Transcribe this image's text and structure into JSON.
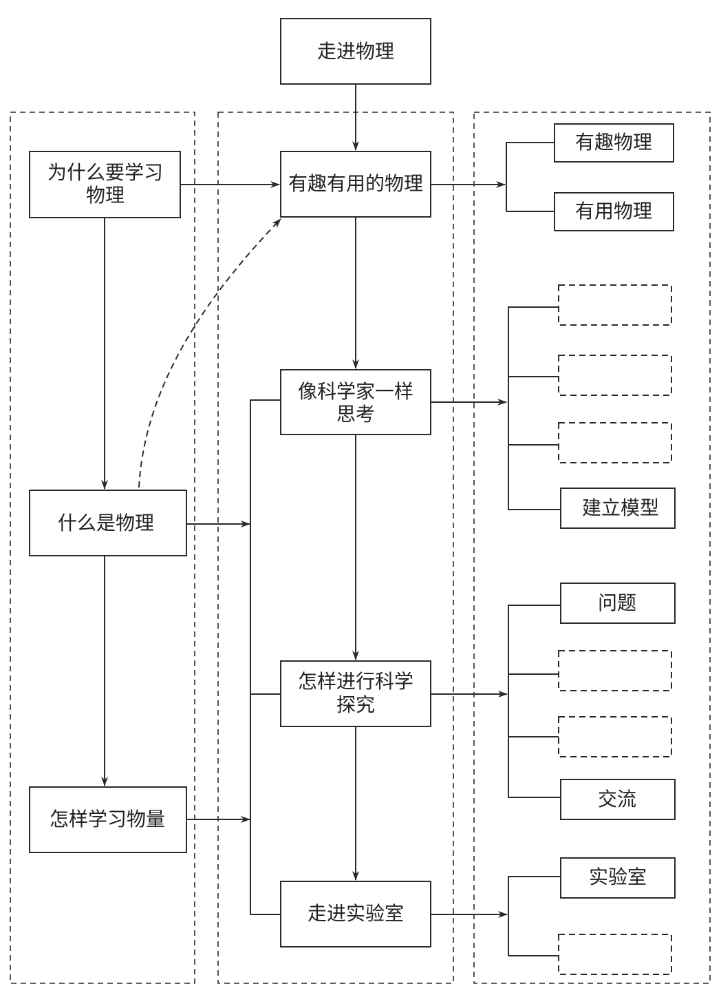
{
  "diagram": {
    "title_node": "走进物理",
    "left_column": {
      "nodes": [
        "为什么要学习",
        "物理",
        "什么是物理",
        "怎样学习物量"
      ]
    },
    "middle_column": {
      "nodes": {
        "interesting_useful": "有趣有用的物理",
        "think_scientist_l1": "像科学家一样",
        "think_scientist_l2": "思考",
        "inquiry_l1": "怎样进行科学",
        "inquiry_l2": "探究",
        "lab": "走进实验室"
      }
    },
    "right_column": {
      "group1": [
        "有趣物理",
        "有用物理"
      ],
      "group2": [
        "",
        "",
        "",
        "建立模型"
      ],
      "group3": [
        "问题",
        "",
        "",
        "交流"
      ],
      "group4": [
        "实验室",
        ""
      ]
    },
    "colors": {
      "line": "#2a2a2a",
      "text": "#222222",
      "background": "#ffffff"
    }
  }
}
